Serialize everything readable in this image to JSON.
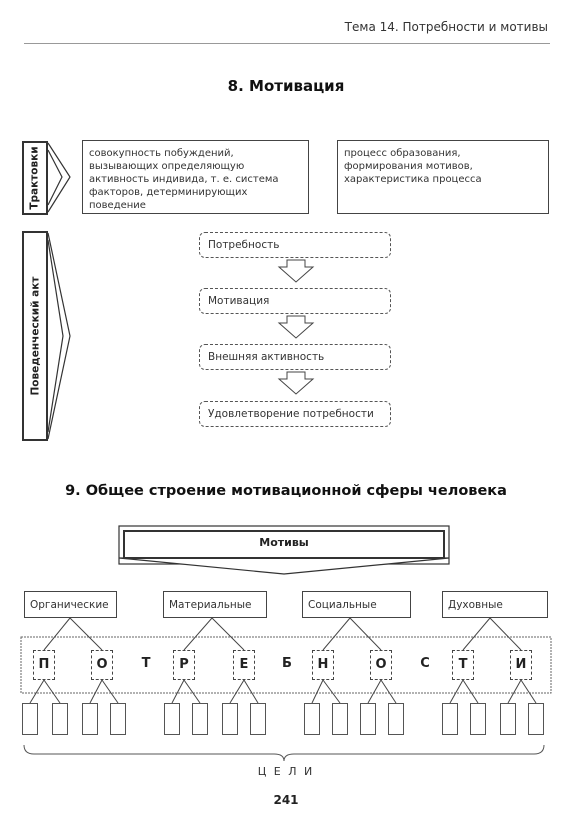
{
  "header": {
    "title": "Тема 14. Потребности и мотивы"
  },
  "section8": {
    "title": "8. Мотивация",
    "treatments_label": "Трактовки",
    "treatment_1": "совокупность побуждений, вызывающих определяющую активность индивида, т. е. система факторов, детерминирующих поведение",
    "treatment_2": "процесс образования, формирования мотивов, характеристика процесса",
    "act_label": "Поведенческий акт",
    "steps": [
      "Потребность",
      "Мотивация",
      "Внешняя активность",
      "Удовлетворение потребности"
    ]
  },
  "section9": {
    "title": "9. Общее строение мотивационной сферы человека",
    "motives": "Мотивы",
    "categories": [
      "Органические",
      "Материальные",
      "Социальные",
      "Духовные"
    ],
    "letters": [
      "П",
      "О",
      "Т",
      "Р",
      "Е",
      "Б",
      "Н",
      "О",
      "С",
      "Т",
      "И"
    ],
    "goals": "Ц Е Л И"
  },
  "page_number": "241"
}
